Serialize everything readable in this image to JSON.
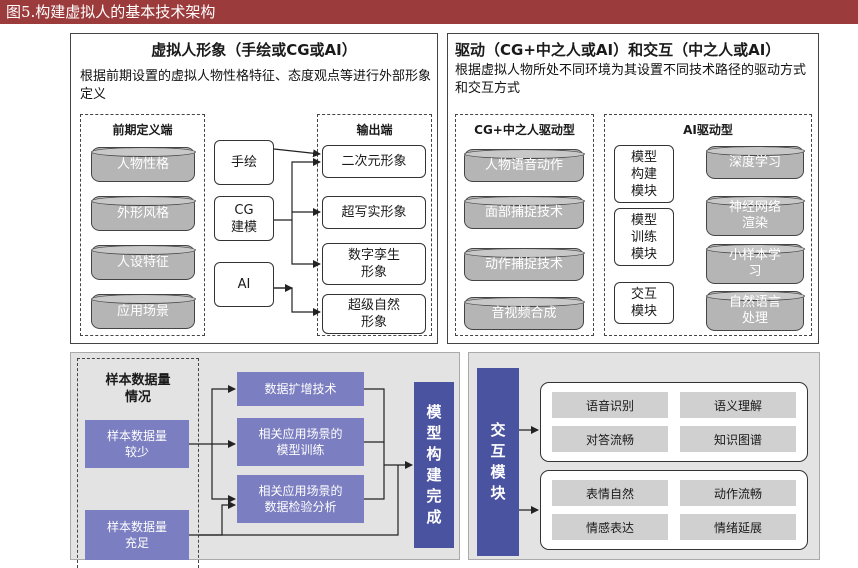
{
  "figure_title": "图5.构建虚拟人的基本技术架构",
  "left_panel": {
    "title": "虚拟人形象（手绘或CG或AI）",
    "desc": "根据前期设置的虚拟人物性格特征、态度观点等进行外部形象定义",
    "pre_title": "前期定义端",
    "pre_items": [
      "人物性格",
      "外形风格",
      "人设特征",
      "应用场景"
    ],
    "methods": [
      "手绘",
      "CG\n建模",
      "AI"
    ],
    "out_title": "输出端",
    "out_items": [
      "二次元形象",
      "超写实形象",
      "数字孪生\n形象",
      "超级自然\n形象"
    ]
  },
  "right_panel": {
    "title": "驱动（CG+中之人或AI）和交互（中之人或AI）",
    "desc": "根据虚拟人物所处不同环境为其设置不同技术路径的驱动方式和交互方式",
    "cg_title": "CG+中之人驱动型",
    "cg_items": [
      "人物语音动作",
      "面部捕捉技术",
      "动作捕捉技术",
      "音视频合成"
    ],
    "ai_title": "AI驱动型",
    "ai_modules": [
      "模型\n构建\n模块",
      "模型\n训练\n模块",
      "交互\n模块"
    ],
    "ai_items": [
      "深度学习",
      "神经网络\n渲染",
      "小样本学\n习",
      "自然语言\n处理"
    ]
  },
  "bottom_left": {
    "sample_title": "样本数据量\n情况",
    "samples": [
      "样本数据量\n较少",
      "样本数据量\n充足"
    ],
    "techniques": [
      "数据扩增技术",
      "相关应用场景的\n模型训练",
      "相关应用场景的\n数据检验分析"
    ],
    "result": "模\n型\n构\n建\n完\n成"
  },
  "bottom_right": {
    "module": "交\n互\n模\n块",
    "group1": [
      "语音识别",
      "语义理解",
      "对答流畅",
      "知识图谱"
    ],
    "group2": [
      "表情自然",
      "动作流畅",
      "情感表达",
      "情绪延展"
    ]
  },
  "colors": {
    "title_bar": "#9c3b3c",
    "cylinder": "#b5b5b5",
    "purple_box": "#7b7ec0",
    "dark_purple": "#4a53a0",
    "lower_panel_bg": "#e3e3e3"
  }
}
